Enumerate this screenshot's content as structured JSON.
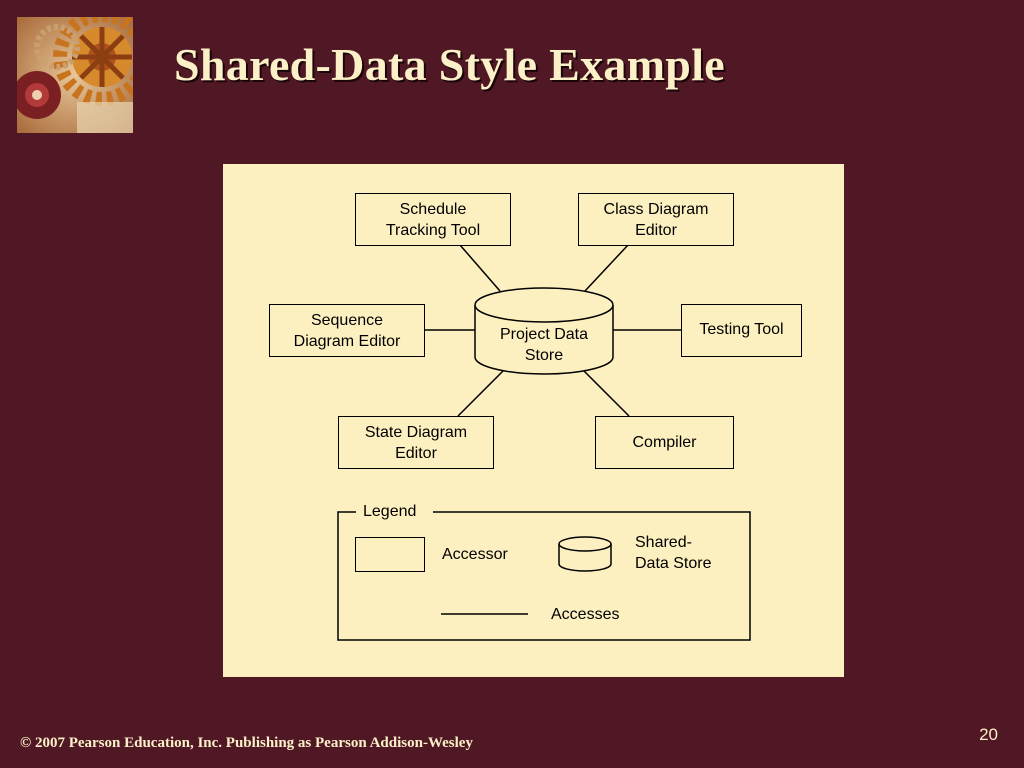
{
  "slide": {
    "title": "Shared-Data Style Example",
    "page_number": "20",
    "copyright": "© 2007 Pearson Education, Inc. Publishing as Pearson Addison-Wesley"
  },
  "diagram": {
    "store": "Project Data\nStore",
    "accessors": {
      "schedule": "Schedule\nTracking Tool",
      "class_diagram": "Class Diagram\nEditor",
      "sequence": "Sequence\nDiagram Editor",
      "testing": "Testing Tool",
      "state_diagram": "State Diagram\nEditor",
      "compiler": "Compiler"
    },
    "legend": {
      "title": "Legend",
      "accessor": "Accessor",
      "shared_store": "Shared-\nData Store",
      "accesses": "Accesses"
    }
  },
  "colors": {
    "background": "#501824",
    "panel": "#fdf0c0",
    "title_text": "#fcf0c8"
  },
  "icons": {
    "thumbnail": "clockwork-gears-image"
  }
}
